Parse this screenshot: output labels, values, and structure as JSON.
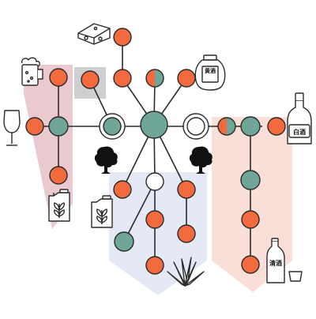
{
  "diagram": {
    "type": "alcohol-lineage-network",
    "colors": {
      "orange": "#f26a3d",
      "teal": "#6fa698",
      "stroke": "#2b2b2b",
      "band_left": "#eac9cf",
      "band_center": "#e4e9f5",
      "band_right": "#f9dfd7",
      "highlight_box": "#cfcfcf",
      "white": "#ffffff"
    },
    "icons": [
      {
        "id": "cheese",
        "name": "cheese-icon"
      },
      {
        "id": "beer",
        "name": "beer-mug-icon"
      },
      {
        "id": "wine",
        "name": "wine-glass-icon"
      },
      {
        "id": "jerrycan_left",
        "name": "jerrycan-plant-icon"
      },
      {
        "id": "jerrycan_center",
        "name": "jerrycan-plant-icon"
      },
      {
        "id": "jar",
        "name": "jar-icon",
        "label": "黄酒"
      },
      {
        "id": "bottle",
        "name": "liquor-bottle-icon",
        "label": "白酒"
      },
      {
        "id": "sake",
        "name": "sake-bottle-icon",
        "label": "清酒"
      },
      {
        "id": "tree_left",
        "name": "tree-icon"
      },
      {
        "id": "tree_right",
        "name": "tree-icon"
      },
      {
        "id": "agave",
        "name": "agave-plant-icon"
      }
    ]
  }
}
